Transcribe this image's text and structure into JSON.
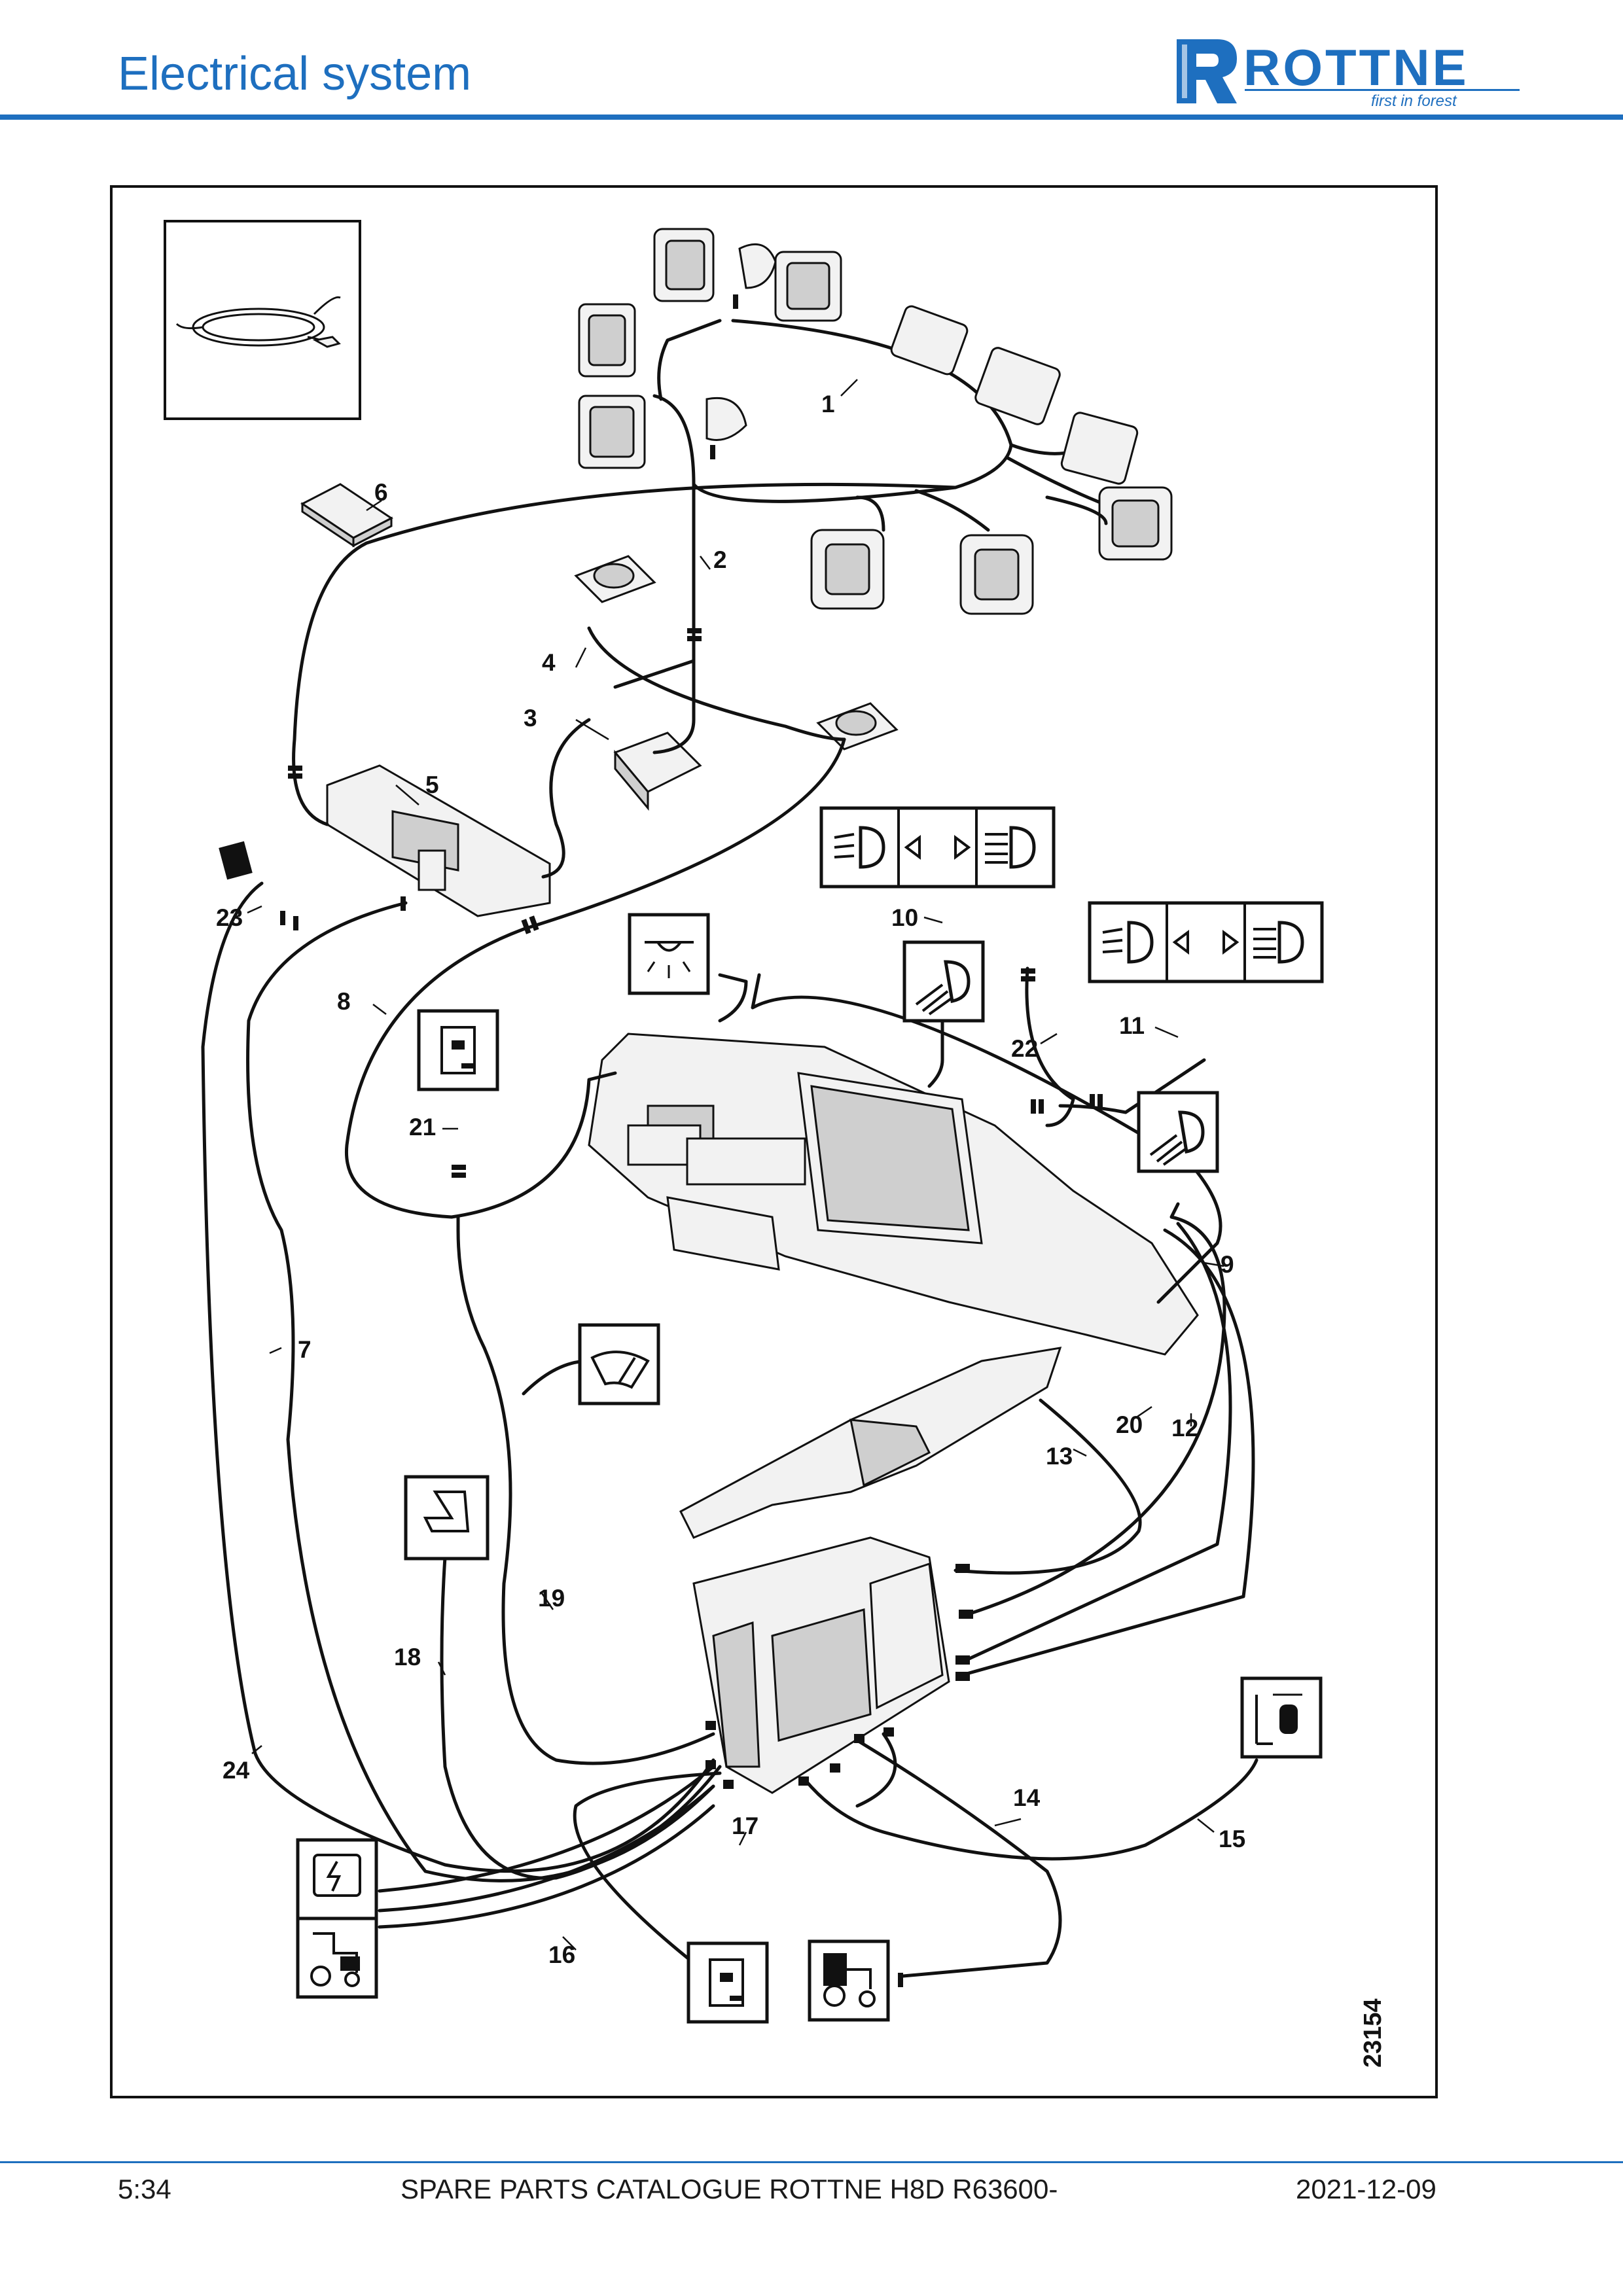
{
  "header": {
    "title": "Electrical system"
  },
  "logo": {
    "brand": "ROTTNE",
    "tagline": "first in forest",
    "color": "#1e6fbf"
  },
  "diagram": {
    "drawing_number": "23154",
    "callouts": [
      "1",
      "2",
      "3",
      "4",
      "5",
      "6",
      "7",
      "8",
      "9",
      "10",
      "11",
      "12",
      "13",
      "14",
      "15",
      "16",
      "17",
      "18",
      "19",
      "20",
      "21",
      "22",
      "23",
      "24"
    ],
    "icons": [
      "cable-kit-icon",
      "work-light-icon",
      "headlight-switch-icon",
      "interior-light-icon",
      "door-icon",
      "wiper-icon",
      "seat-icon",
      "socket-icon",
      "machine-icon",
      "tractor-icon",
      "cab-tilt-icon"
    ]
  },
  "footer": {
    "page": "5:34",
    "catalogue": "SPARE PARTS CATALOGUE ROTTNE H8D R63600-",
    "date": "2021-12-09"
  },
  "colors": {
    "accent": "#1e6fbf",
    "line": "#111111"
  }
}
